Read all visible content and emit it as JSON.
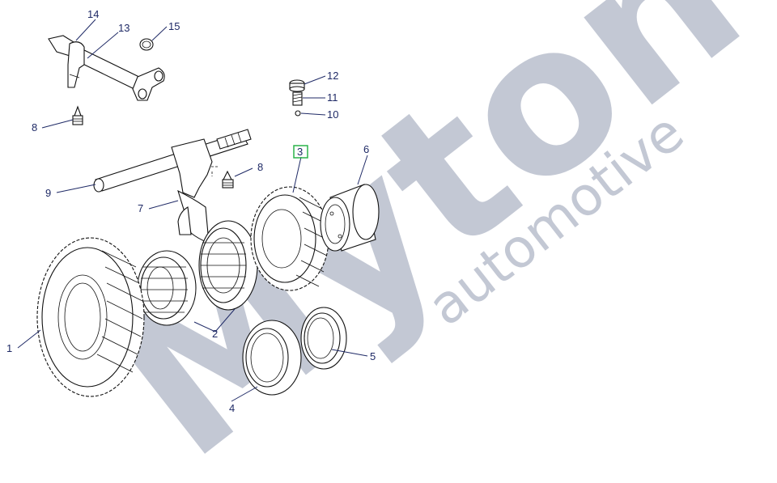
{
  "watermark": {
    "brand": "Myton",
    "tagline": "automotive"
  },
  "highlight_color": "#2bb34a",
  "callout_color": "#1f2a66",
  "callouts": {
    "c1": "1",
    "c2": "2",
    "c3": "3",
    "c4": "4",
    "c5": "5",
    "c6": "6",
    "c7": "7",
    "c8a": "8",
    "c8b": "8",
    "c9": "9",
    "c10": "10",
    "c11": "11",
    "c12": "12",
    "c13": "13",
    "c14": "14",
    "c15": "15"
  }
}
